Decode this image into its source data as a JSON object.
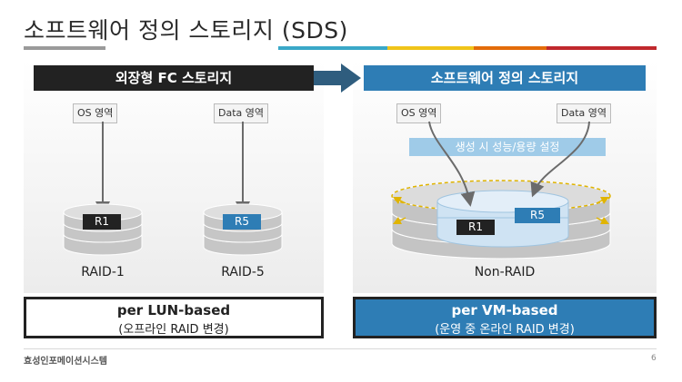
{
  "slide": {
    "title": "소프트웨어 정의 스토리지 (SDS)",
    "company": "효성인포메이션시스템",
    "page_number": "6"
  },
  "colors": {
    "dark": "#222222",
    "blue": "#2e7db5",
    "light_blue": "#9fcbe8",
    "disk_gray": "#c8c8c8",
    "accent_bars": [
      "#9a9a9a",
      "#3aa8c8",
      "#f0c419",
      "#e36c0a",
      "#c0282d"
    ]
  },
  "left": {
    "header": "외장형 FC 스토리지",
    "labels": [
      "OS 영역",
      "Data 영역"
    ],
    "disks": [
      {
        "tag": "R1",
        "caption": "RAID-1"
      },
      {
        "tag": "R5",
        "caption": "RAID-5"
      }
    ],
    "box_main": "per LUN-based",
    "box_sub": "(오프라인 RAID 변경)"
  },
  "right": {
    "header": "소프트웨어 정의 스토리지",
    "labels": [
      "OS 영역",
      "Data 영역"
    ],
    "setting_bar": "생성 시 성능/용량 설정",
    "tags": [
      "R1",
      "R5"
    ],
    "caption": "Non-RAID",
    "box_main": "per VM-based",
    "box_sub": "(운영 중 온라인 RAID 변경)"
  }
}
